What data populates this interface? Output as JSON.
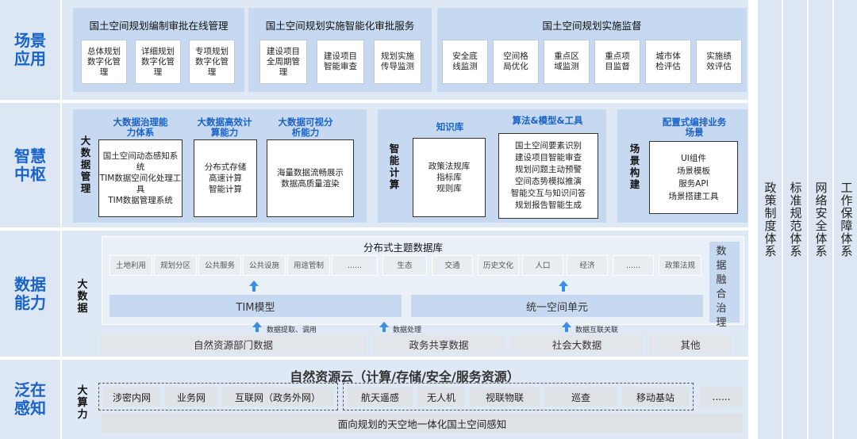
{
  "rows": {
    "scene": "场景应用",
    "hub": "智慧中枢",
    "data": "数据能力",
    "sense": "泛在感知"
  },
  "scene": {
    "p1": {
      "title": "国土空间规划编制审批在线管理",
      "cards": [
        "总体规划数字化管理",
        "详细规划数字化管理",
        "专项规划数字化管理"
      ]
    },
    "p2": {
      "title": "国土空间规划实施智能化审批服务",
      "cards": [
        "建设项目全周期管理",
        "建设项目智能审查",
        "规划实施传导监测"
      ]
    },
    "p3": {
      "title": "国土空间规划实施监督",
      "cards": [
        "安全底线监测",
        "空间格局优化",
        "重点区域监测",
        "重点项目监督",
        "城市体检评估",
        "实施绩效评估"
      ]
    }
  },
  "hub": {
    "bigdata_label": "大数据管理",
    "gov_title": "大数据治理能力体系",
    "gov_items": "国土空间动态感知系统\nTIM数据空间化处理工具\nTIM数据管理系统",
    "compute_title": "大数据高效计算能力",
    "compute_items": "分布式存储\n高速计算\n智能计算",
    "vis_title": "大数据可视分析能力",
    "vis_items": "海量数据流畅展示\n数据高质量渲染",
    "smart_label": "智能计算",
    "kb_title": "知识库",
    "kb_items": "政策法规库\n指标库\n规则库",
    "algo_title": "算法&模型&工具",
    "algo_items": "国土空间要素识别\n建设项目智能审查\n规划问题主动预警\n空间态势模拟推演\n智能交互与知识问答\n规划报告智能生成",
    "scene_label": "场景构建",
    "conf_title": "配置式编排业务场景",
    "conf_items": "UI组件\n场景模板\n服务API\n场景搭建工具"
  },
  "data": {
    "bigdata_label": "大数据",
    "db_title": "分布式主题数据库",
    "themes": [
      "土地利用",
      "规划分区",
      "公共服务",
      "公共设施",
      "用途管制",
      "......",
      "生态",
      "交通",
      "历史文化",
      "人口",
      "经济",
      "......",
      "政策法规"
    ],
    "fusion": "数据融合治理",
    "tim": "TIM模型",
    "unit": "统一空间单元",
    "note1": "数据提取、调用",
    "note2": "数据处理",
    "note3": "数据互联关联",
    "sources": [
      "自然资源部门数据",
      "政务共享数据",
      "社会大数据",
      "其他"
    ]
  },
  "sense": {
    "compute_label": "大算力",
    "cloud": "自然资源云（计算/存储/安全/服务资源）",
    "nets": [
      "涉密内网",
      "业务网",
      "互联网（政务外网）"
    ],
    "sensors": [
      "航天遥感",
      "无人机",
      "视联物联",
      "巡查",
      "移动基站"
    ],
    "more": "......",
    "bottom": "面向规划的天空地一体化国土空间感知"
  },
  "pillars": [
    "政策制度体系",
    "标准规范体系",
    "网络安全体系",
    "工作保障体系"
  ],
  "colors": {
    "accent": "#1a63c8",
    "arrow": "#3b8ee8"
  }
}
